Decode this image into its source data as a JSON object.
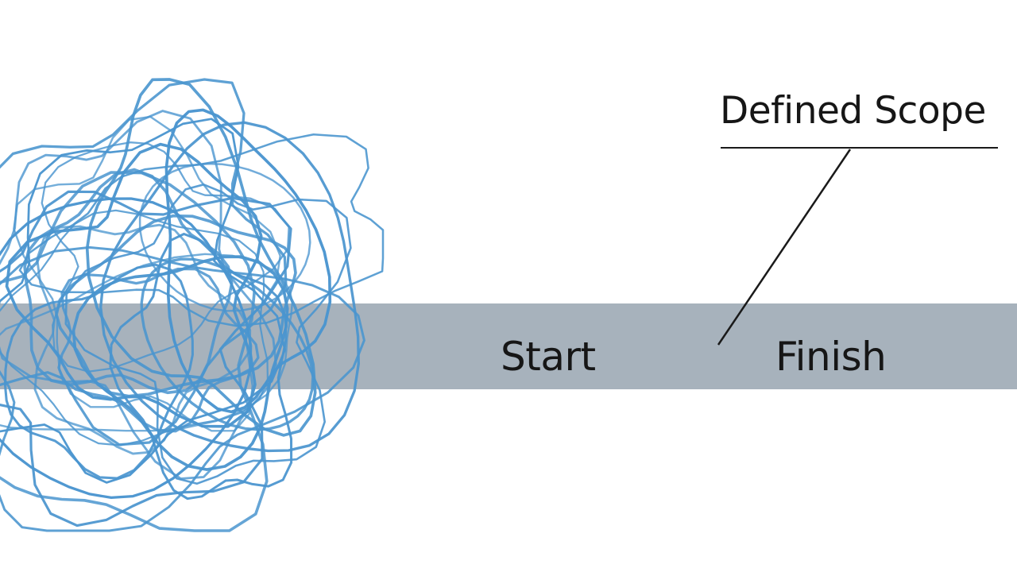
{
  "diagram": {
    "start_label": "Start",
    "finish_label": "Finish",
    "scope_label": "Defined Scope",
    "colors": {
      "background": "#ffffff",
      "band": "#a7b2bc",
      "tangle": "#4a95cf",
      "text": "#161616",
      "line": "#1a1a1a"
    },
    "icons": [
      "tangled-scribble-icon"
    ]
  }
}
